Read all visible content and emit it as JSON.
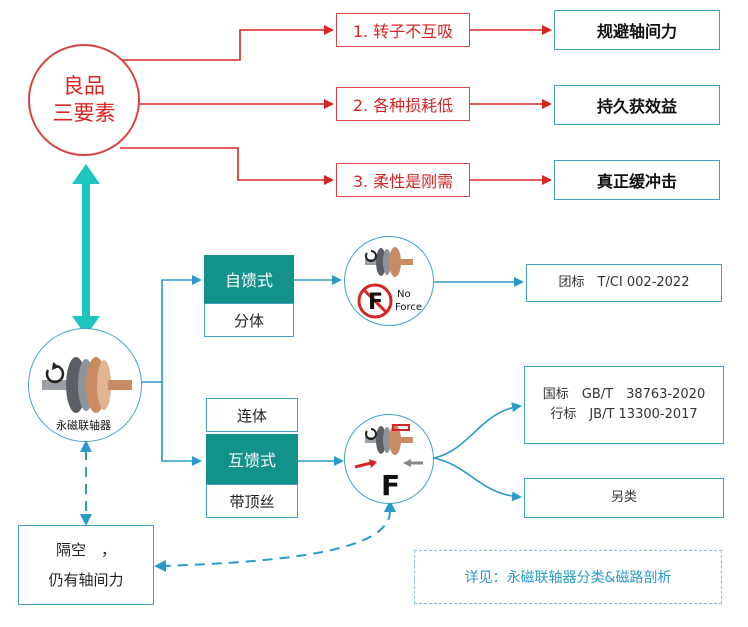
{
  "good_product": {
    "line1": "良品",
    "line2": "三要素"
  },
  "requirements": [
    {
      "label": "1. 转子不互吸",
      "result": "规避轴间力"
    },
    {
      "label": "2. 各种损耗低",
      "result": "持久获效益"
    },
    {
      "label": "3. 柔性是刚需",
      "result": "真正缓冲击"
    }
  ],
  "device": {
    "label": "永磁联轴器"
  },
  "self_feedback": {
    "title": "自馈式",
    "sub": "分体",
    "force_line1": "No",
    "force_line2": "Force",
    "force_letter": "F",
    "standard": "团标　T/CI 002-2022"
  },
  "mutual_feedback": {
    "top": "连体",
    "title": "互馈式",
    "sub": "带顶丝",
    "force_letter": "F",
    "standard_line1": "国标　GB/T　38763-2020",
    "standard_line2": "行标　JB/T 13300-2017",
    "other": "另类"
  },
  "isolation": {
    "line1": "隔空　，",
    "line2": "仍有轴间力"
  },
  "note": "详见：永磁联轴器分类&磁路剖析",
  "colors": {
    "red": "#d94545",
    "blue": "#2a9bc9",
    "teal": "#13928a",
    "teal_arrow": "#1ec5c0"
  }
}
